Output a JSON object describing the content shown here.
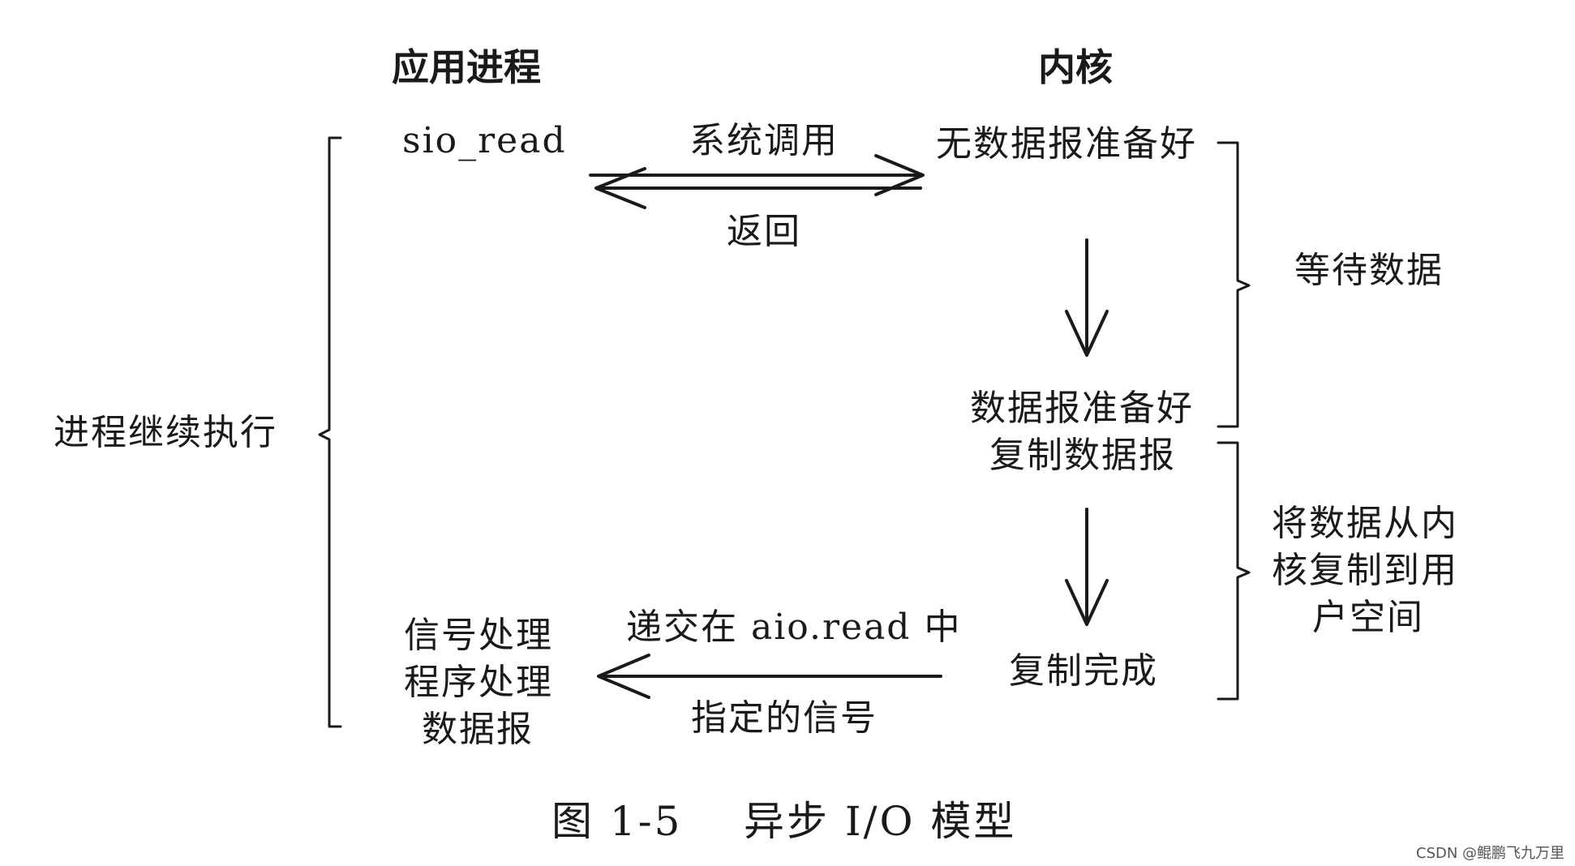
{
  "headers": {
    "app_process": "应用进程",
    "kernel": "内核"
  },
  "app": {
    "call": "sio_read",
    "continue": "进程继续执行",
    "handler_lines": [
      "信号处理",
      "程序处理",
      "数据报"
    ]
  },
  "messages": {
    "syscall": "系统调用",
    "return": "返回",
    "deliver_line1": "递交在 aio.read 中",
    "deliver_line2": "指定的信号"
  },
  "kernel_states": {
    "not_ready": "无数据报准备好",
    "ready": "数据报准备好",
    "copy": "复制数据报",
    "done": "复制完成"
  },
  "phases": {
    "wait": "等待数据",
    "copy_lines": [
      "将数据从内",
      "核复制到用",
      "户空间"
    ]
  },
  "caption": "图 1-5    异步 I/O 模型",
  "watermark": "CSDN @鲲鹏飞九万里"
}
